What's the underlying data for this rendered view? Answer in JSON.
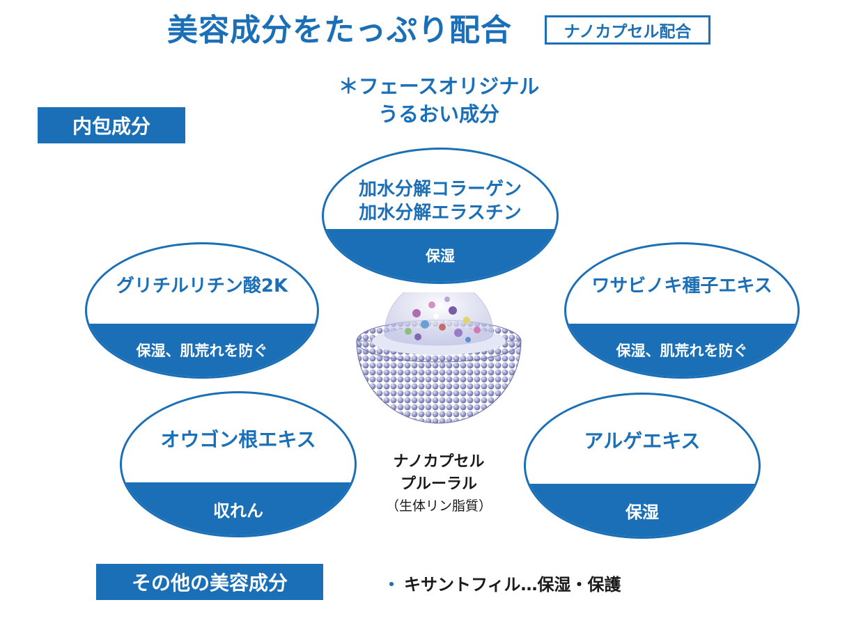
{
  "header": {
    "title": "美容成分をたっぷり配合",
    "badge": "ナノカプセル配合",
    "subtitle_line1": "＊フェースオリジナル",
    "subtitle_line2": "うるおい成分"
  },
  "sections": {
    "inner_label": "内包成分",
    "other_label": "その他の美容成分"
  },
  "ingredients": {
    "top": {
      "line1": "加水分解コラーゲン",
      "line2": "加水分解エラスチン",
      "effect": "保湿"
    },
    "left1": {
      "name": "グリチルリチン酸2K",
      "effect": "保湿、肌荒れを防ぐ"
    },
    "right1": {
      "name": "ワサビノキ種子エキス",
      "effect": "保湿、肌荒れを防ぐ"
    },
    "left2": {
      "name": "オウゴン根エキス",
      "effect": "収れん"
    },
    "right2": {
      "name": "アルゲエキス",
      "effect": "保湿"
    }
  },
  "capsule": {
    "line1": "ナノカプセル",
    "line2": "プルーラル",
    "line3": "（生体リン脂質）"
  },
  "other_ingredients": {
    "bullet": "・",
    "item": "キサントフィル…保湿・保護"
  },
  "colors": {
    "accent": "#1a6fb6",
    "capsule": "#7d80b8"
  }
}
